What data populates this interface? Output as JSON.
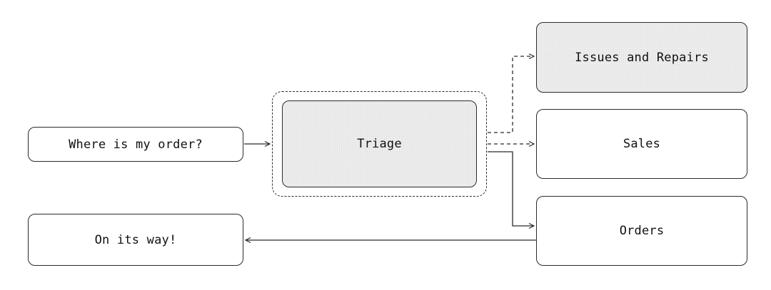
{
  "diagram": {
    "nodes": {
      "question": "Where is my order?",
      "triage": "Triage",
      "issues": "Issues and Repairs",
      "sales": "Sales",
      "orders": "Orders",
      "answer": "On its way!"
    },
    "edges": [
      {
        "from": "question",
        "to": "triage",
        "style": "solid"
      },
      {
        "from": "triage",
        "to": "issues",
        "style": "dashed"
      },
      {
        "from": "triage",
        "to": "sales",
        "style": "dashed"
      },
      {
        "from": "triage",
        "to": "orders",
        "style": "solid"
      },
      {
        "from": "orders",
        "to": "answer",
        "style": "solid"
      }
    ],
    "colors": {
      "stroke": "#2b2b2b",
      "shaded_fill": "#ececec",
      "background": "#ffffff"
    }
  }
}
